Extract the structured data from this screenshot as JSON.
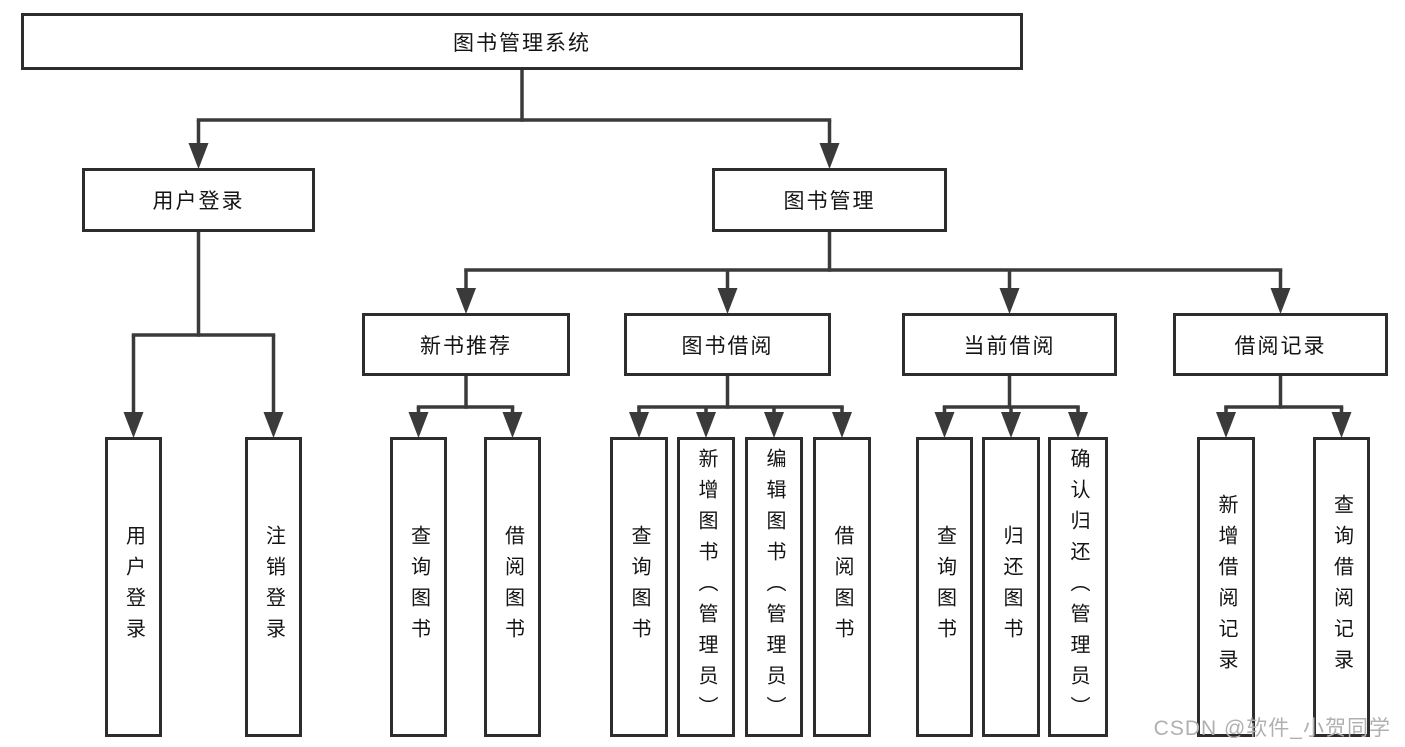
{
  "diagram": {
    "nodes": {
      "root": "图书管理系统",
      "user_login": "用户登录",
      "book_mgmt": "图书管理",
      "new_books": "新书推荐",
      "book_borrow": "图书借阅",
      "current_borrow": "当前借阅",
      "borrow_records": "借阅记录"
    },
    "leaves": {
      "user_login": [
        "用户登录",
        "注销登录"
      ],
      "new_books": [
        "查询图书",
        "借阅图书"
      ],
      "book_borrow": [
        "查询图书",
        "新增图书（管理员）",
        "编辑图书（管理员）",
        "借阅图书"
      ],
      "current_borrow": [
        "查询图书",
        "归还图书",
        "确认归还（管理员）"
      ],
      "borrow_records": [
        "新增借阅记录",
        "查询借阅记录"
      ]
    },
    "watermark": "CSDN @软件_小贺同学",
    "colors": {
      "line": "#3a3a3a",
      "box_border": "#2d2d2d",
      "text": "#141414",
      "watermark": "#b0b0b0",
      "background": "#ffffff"
    }
  }
}
